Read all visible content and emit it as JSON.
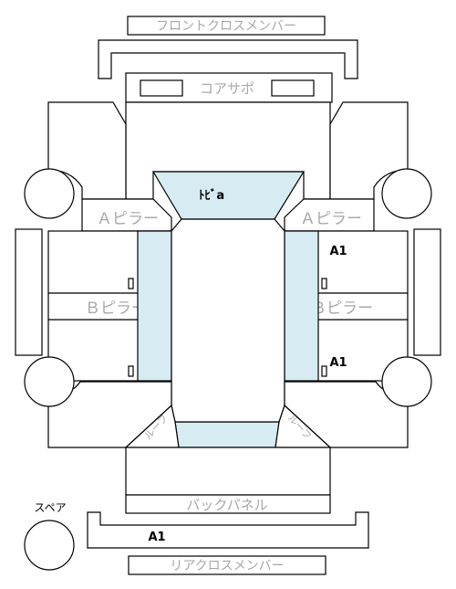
{
  "labels": {
    "front_cross_member": "フロントクロスメンバー",
    "core_support": "コアサポ",
    "a_pillar_left": "Ａピラー",
    "a_pillar_right": "Ａピラー",
    "b_pillar_left": "Ｂピラー",
    "b_pillar_right": "Ｂピラー",
    "back_panel": "バックパネル",
    "rear_cross_member": "リアクロスメンバー",
    "spare": "スペア",
    "roof_left_rear": "ルーフ",
    "roof_right_rear": "ルーフ"
  },
  "marks": {
    "roof_front": "ﾄﾋﾞa",
    "right_side_upper": "A1",
    "right_side_lower": "A1",
    "rear_cross": "A1"
  },
  "colors": {
    "highlight": "#d7ebf2",
    "label_gray": "#a8a8a8"
  }
}
